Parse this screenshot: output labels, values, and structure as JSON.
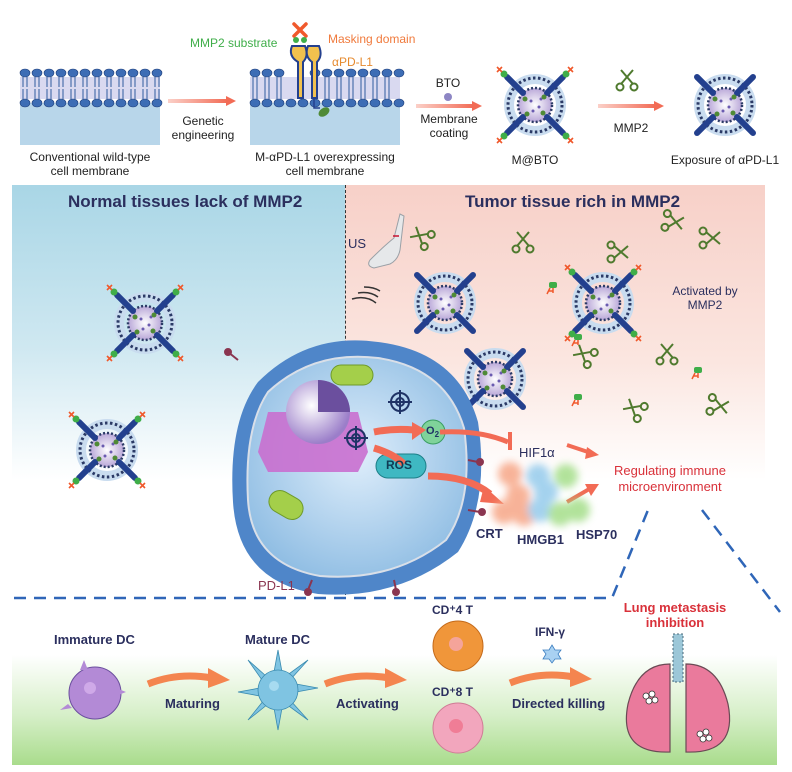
{
  "top_row": {
    "stages": [
      {
        "label_line1": "Conventional wild-type",
        "label_line2": "cell membrane"
      },
      {
        "label_line1": "M-αPD-L1 overexpressing",
        "label_line2": "cell membrane"
      },
      {
        "label_line1": "M@BTO",
        "label_line2": ""
      },
      {
        "label_line1": "Exposure of αPD-L1",
        "label_line2": ""
      }
    ],
    "arrows": [
      {
        "label_line1": "Genetic",
        "label_line2": "engineering",
        "above": ""
      },
      {
        "label_line1": "Membrane",
        "label_line2": "coating",
        "above": "BTO"
      },
      {
        "label_line1": "MMP2",
        "label_line2": "",
        "above": ""
      }
    ],
    "annotations": {
      "mmp2_substrate": "MMP2 substrate",
      "masking_domain": "Masking domain",
      "apdl1": "αPD-L1"
    }
  },
  "middle": {
    "normal_title": "Normal tissues lack of MMP2",
    "tumor_title": "Tumor tissue rich in MMP2",
    "us_label": "US",
    "activated_line1": "Activated by",
    "activated_line2": "MMP2",
    "o2_label": "O",
    "o2_sub": "2",
    "ros_label": "ROS",
    "hif_label": "HIF1α",
    "regulating_line1": "Regulating immune",
    "regulating_line2": "microenvironment",
    "crt_label": "CRT",
    "hmgb1_label": "HMGB1",
    "hsp70_label": "HSP70",
    "pdl1_label": "PD-L1"
  },
  "bottom": {
    "immature_dc": "Immature DC",
    "mature_dc": "Mature DC",
    "maturing": "Maturing",
    "activating": "Activating",
    "cd4": "CD⁺4 T",
    "cd8": "CD⁺8 T",
    "ifn": "IFN-γ",
    "directed_killing": "Directed killing",
    "lung_line1": "Lung metastasis",
    "lung_line2": "inhibition"
  },
  "colors": {
    "navy_text": "#2b2f5e",
    "orange_text": "#f07a3c",
    "green_text": "#3fae49",
    "red_text": "#d9313a",
    "pdl1_text": "#8a3550",
    "dash_blue": "#2f66b8"
  }
}
